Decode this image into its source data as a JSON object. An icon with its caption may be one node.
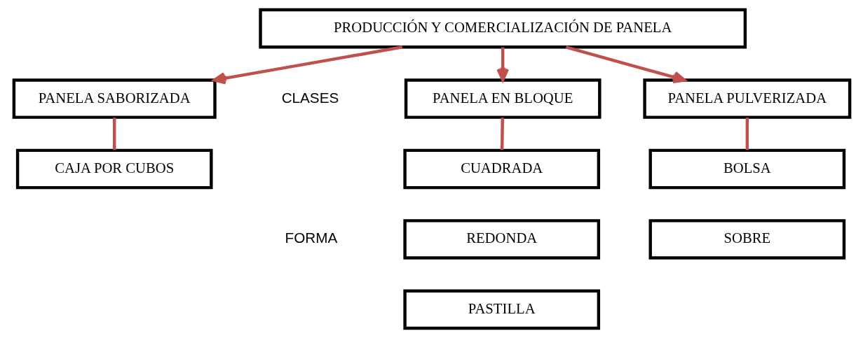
{
  "diagram": {
    "nodes": [
      {
        "text": [
          "PRODUCCIÓN Y COMERCIALIZACIÓN DE PANELA"
        ]
      },
      {
        "text": [
          "PANELA EN BLOQUE"
        ]
      },
      {
        "text": [
          "PANELA PULVERIZADA"
        ]
      },
      {
        "text": [
          "PANELA SABORIZADA"
        ]
      },
      {
        "text": [
          "CUADRADA"
        ]
      },
      {
        "text": [
          "BOLSA"
        ]
      },
      {
        "text": [
          "CAJA POR CUBOS"
        ]
      },
      {
        "text": [
          "REDONDA"
        ]
      },
      {
        "text": [
          "SOBRE"
        ]
      },
      {
        "text": [
          "PASTILLA"
        ]
      }
    ],
    "edges": [
      {
        "from": 0,
        "to": 1,
        "arrow": "to"
      },
      {
        "from": 0,
        "to": 2,
        "arrow": "to"
      },
      {
        "from": 0,
        "to": 3,
        "arrow": "to"
      },
      {
        "from": 1,
        "to": 4,
        "arrow": "none"
      },
      {
        "from": 2,
        "to": 5,
        "arrow": "none"
      },
      {
        "from": 3,
        "to": 6,
        "arrow": "none"
      }
    ],
    "labels": [
      "CLASES",
      "FORMA"
    ]
  }
}
